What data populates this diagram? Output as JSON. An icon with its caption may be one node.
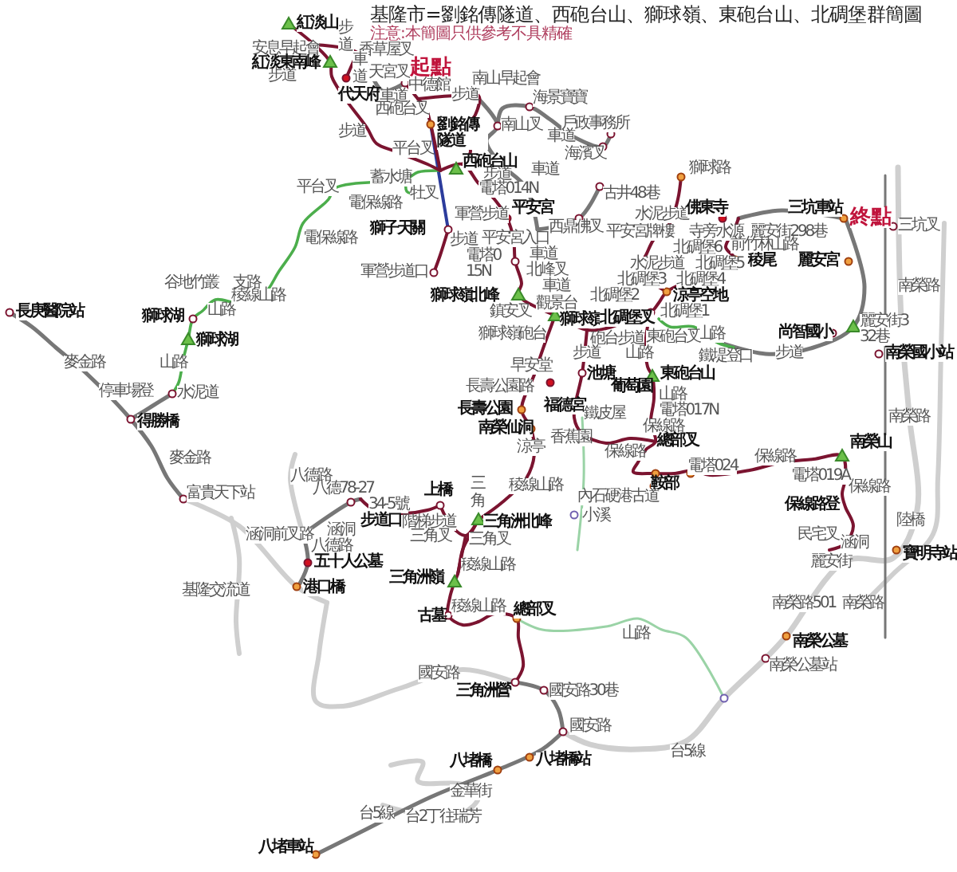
{
  "diagram": {
    "title": "基隆市=劉銘傳隧道、西砲台山、獅球嶺、東砲台山、北碉堡群簡圖",
    "labels": [
      "注意:本簡圖只供參考不具精確",
      "紅淡山",
      "步道",
      "香草屋叉",
      "安息早起會",
      "紅淡東南峰",
      "步道",
      "代天府",
      "車道",
      "天宮叉",
      "起點",
      "中德館",
      "車道",
      "步道",
      "西砲台叉",
      "劉銘傳隧道",
      "步道",
      "平台叉",
      "西砲台山",
      "步道",
      "蓄水塘",
      "牡叉",
      "平台叉",
      "電保線路",
      "電塔014N",
      "軍營步道",
      "獅子天關",
      "步道",
      "電保線路",
      "軍營步道口",
      "谷地竹叢",
      "支路",
      "南山早起會",
      "海景寶寶",
      "南山叉",
      "戶政事務所",
      "車道",
      "海濱叉",
      "車道",
      "古井48巷",
      "平安宮",
      "西鼎佛叉",
      "平安宮牌樓",
      "平安宮入口",
      "車道",
      "北峰叉",
      "車道",
      "電塔015N",
      "獅球路",
      "水泥步道",
      "佛東寺",
      "三坑車站",
      "終點",
      "三坑叉",
      "寺旁水源",
      "麗安街298巷",
      "前竹林山路",
      "北碉堡6",
      "稜尾",
      "北碉堡5",
      "水泥步道",
      "北碉堡3",
      "北碉堡4",
      "北碉堡2",
      "涼亭空地",
      "麗安宮",
      "南榮路",
      "長庚醫院站",
      "獅球湖",
      "山路",
      "稜線山路",
      "獅球湖",
      "麥金路",
      "山路",
      "停車場登",
      "水泥道",
      "得勝橋",
      "麥金路",
      "富貴天下站",
      "八德路",
      "八德78-27",
      "34-5號",
      "上橋",
      "三角",
      "步道口",
      "階梯步道",
      "涵洞",
      "三角叉",
      "涵洞前叉路",
      "八德路",
      "五十人公墓",
      "港口橋",
      "三角洲嶺",
      "獅球嶺北峰",
      "觀景台",
      "鎮安叉",
      "獅球嶺",
      "北碉堡叉",
      "北碉堡1",
      "獅球嶺砲台",
      "砲台步道",
      "山路",
      "東砲台叉",
      "鐵堤登口",
      "尚智國小",
      "麗安街332巷",
      "南榮國小站",
      "步道",
      "早安堂",
      "山路",
      "步道",
      "池塘",
      "東砲台山",
      "葡萄園",
      "長壽公園路",
      "長壽公園",
      "山路",
      "電塔017N",
      "福德宮",
      "鐵皮屋",
      "南榮仙洞",
      "保線路",
      "香蕉園",
      "總部叉",
      "涼亭",
      "保線路",
      "南榮路",
      "南榮山",
      "保線路",
      "電塔024",
      "電塔019A",
      "鞍部",
      "保線路",
      "保線路登",
      "稜線山路",
      "內石硬港古道",
      "小溪",
      "三角洲北峰",
      "三角叉",
      "民宅叉",
      "涵洞",
      "陸橋",
      "寶明寺站",
      "麗安街",
      "稜線山路",
      "基隆交流道",
      "古墓",
      "稜線山路",
      "總部叉",
      "山路",
      "南榮路501",
      "南榮路",
      "南榮公墓",
      "南榮公墓站",
      "國安路",
      "三角洲營",
      "國安路30巷",
      "國安路",
      "台5線",
      "八堵橋站",
      "八堵橋",
      "金華街",
      "台2丁往瑞芳",
      "台5線",
      "八堵車站"
    ]
  }
}
